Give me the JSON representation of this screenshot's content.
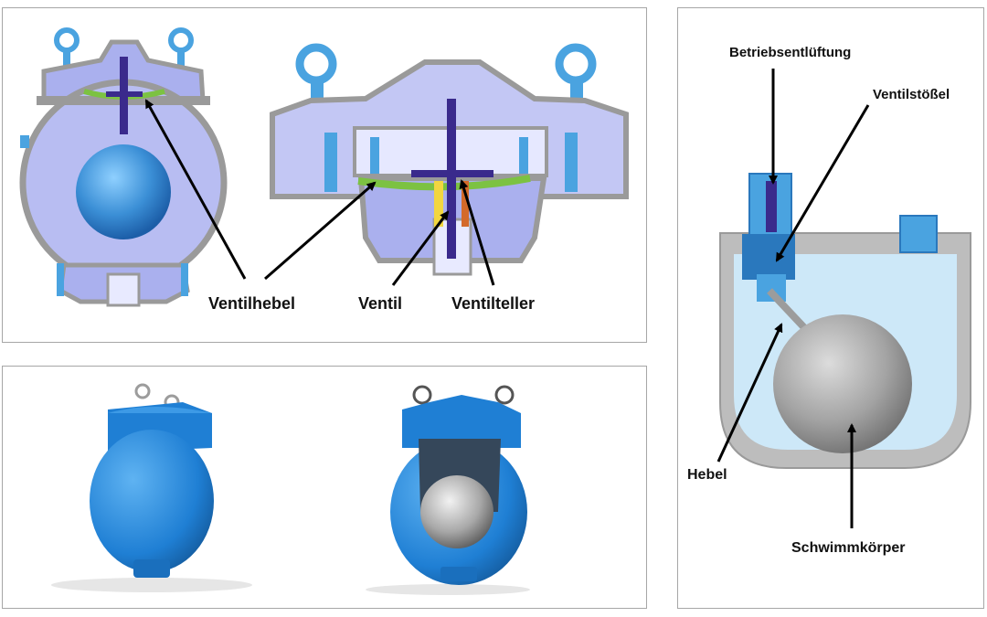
{
  "labels": {
    "ventilhebel": "Ventilhebel",
    "ventil": "Ventil",
    "ventilteller": "Ventilteller",
    "betriebsentlueftung": "Betriebsentlüftung",
    "ventilstoessel": "Ventilstößel",
    "hebel": "Hebel",
    "schwimmkoerper": "Schwimmkörper"
  },
  "colors": {
    "frame": "#a6a6a6",
    "body_lavender": "#aab0ee",
    "body_dark": "#7f86d6",
    "wall_grey": "#9a9a9a",
    "part_blue": "#4aa3e0",
    "ball_blue": "#3b8fd6",
    "lever_green": "#7cc242",
    "stem_purple": "#3a2a8c",
    "product_blue": "#1f7fd4",
    "chamber_light": "#cde8f8",
    "float_grey": "#9c9c9c",
    "arrow": "#000000"
  },
  "icons": [
    "eye-bolt-icon",
    "bolt-icon",
    "float-ball-icon"
  ]
}
